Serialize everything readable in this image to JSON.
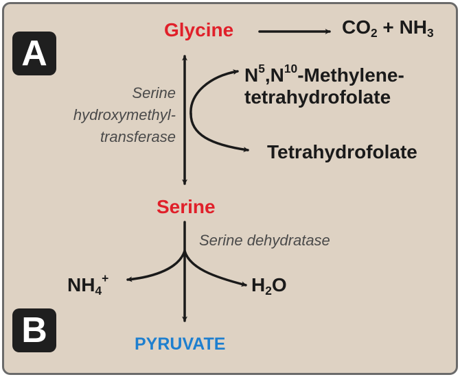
{
  "panel_a": {
    "label": "A"
  },
  "panel_b": {
    "label": "B"
  },
  "nodes": {
    "glycine": "Glycine",
    "co2_prefix": "CO",
    "co2_sub": "2",
    "plus": " + NH",
    "nh3_sub": "3",
    "methylene_n1": "N",
    "methylene_sup1": "5",
    "methylene_mid": ",N",
    "methylene_sup2": "10",
    "methylene_rest": "-Methylene-",
    "methylene_line2": "tetrahydrofolate",
    "thf": "Tetrahydrofolate",
    "serine": "Serine",
    "nh4_prefix": "NH",
    "nh4_sub": "4",
    "nh4_sup": "+",
    "h2o_prefix": "H",
    "h2o_sub": "2",
    "h2o_suffix": "O",
    "pyruvate": "PYRUVATE"
  },
  "enzymes": {
    "shmt_line1": "Serine",
    "shmt_line2": "hydroxymethyl-",
    "shmt_line3": "transferase",
    "dehydratase": "Serine dehydratase"
  },
  "colors": {
    "panel_bg": "#ded2c3",
    "amino_acid": "#e0202a",
    "product": "#1e7fcf",
    "arrow": "#1a1a1a"
  }
}
